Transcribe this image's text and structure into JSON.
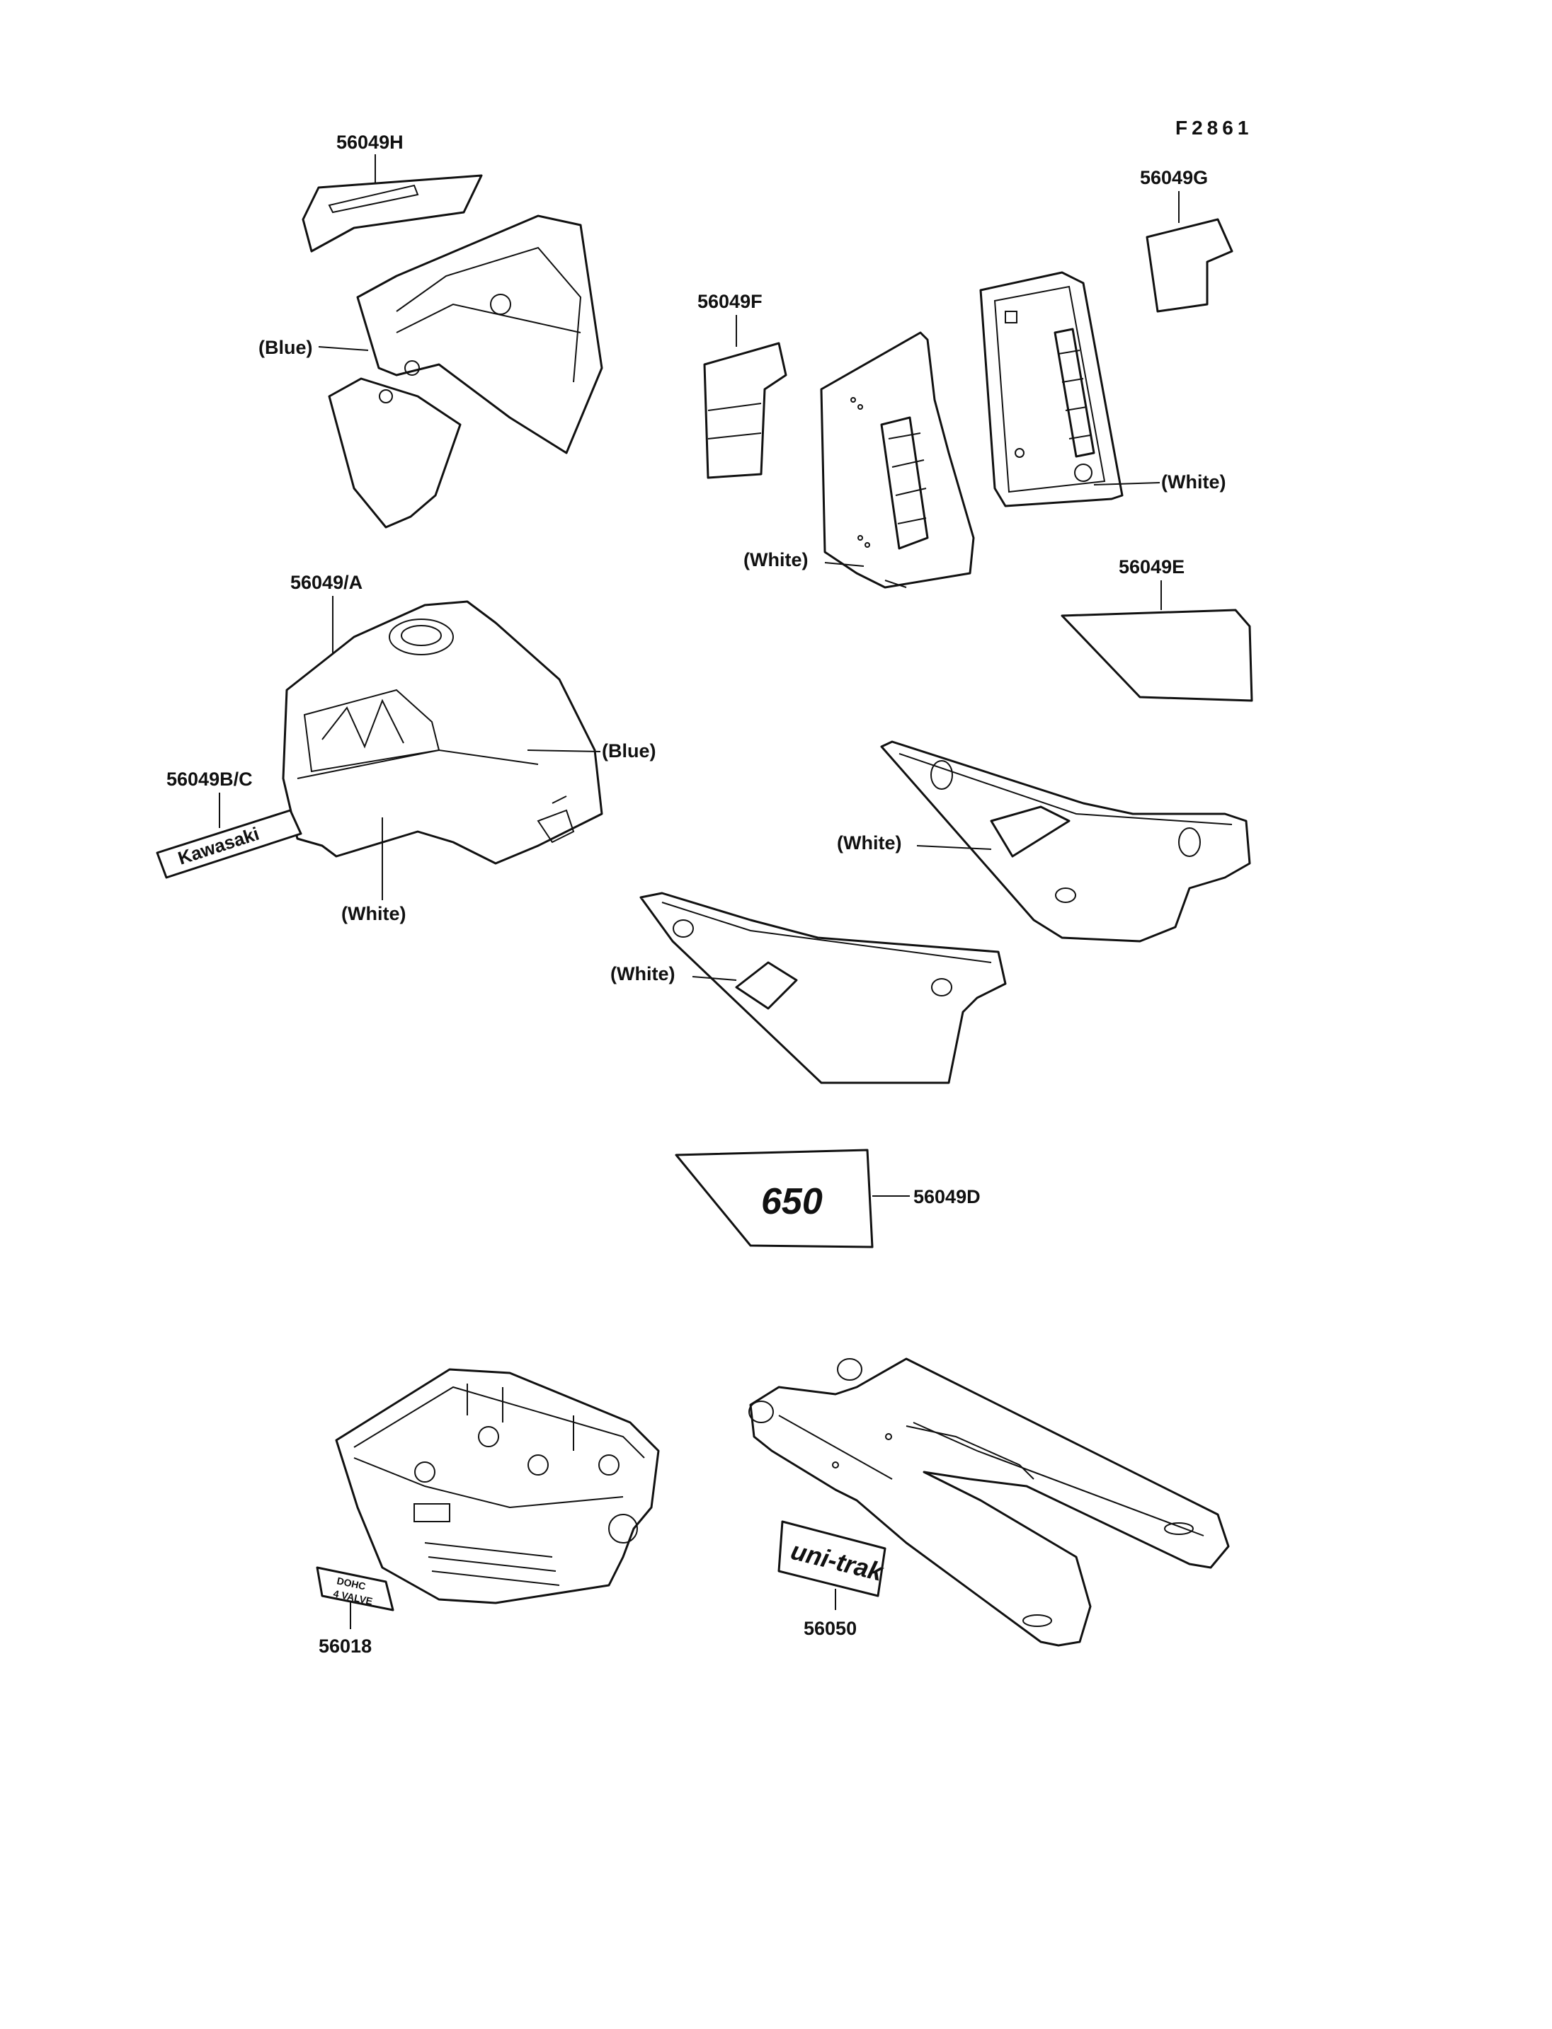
{
  "figure_id": "F2861",
  "labels": {
    "p56049H": "56049H",
    "p56049G": "56049G",
    "p56049F": "56049F",
    "p56049E": "56049E",
    "p56049A": "56049/A",
    "p56049BC": "56049B/C",
    "p56049D": "56049D",
    "p56018": "56018",
    "p56050": "56050"
  },
  "colors": {
    "blue": "(Blue)",
    "white": "(White)"
  },
  "decals": {
    "kawasaki": "Kawasaki",
    "sticker_650": "650",
    "dohc": "DOHC",
    "valve": "4 VALVE",
    "unitrak": "uni-trak"
  }
}
